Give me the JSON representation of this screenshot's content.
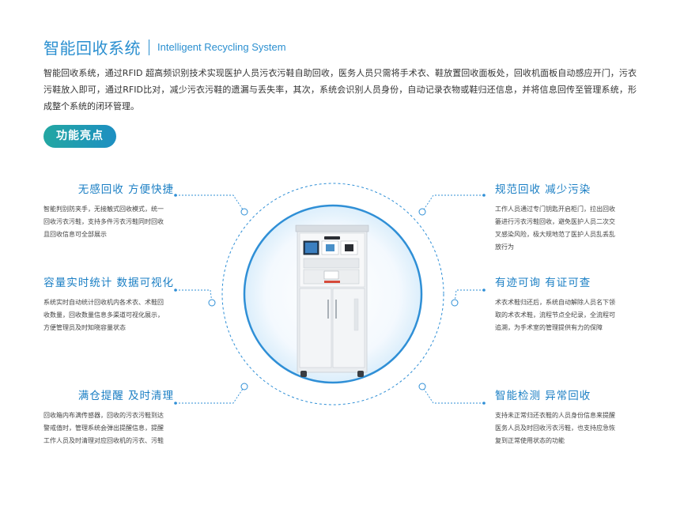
{
  "header": {
    "title_cn": "智能回收系统",
    "title_en": "Intelligent Recycling System"
  },
  "intro": "智能回收系统，通过RFID 超高频识别技术实现医护人员污衣污鞋自助回收，医务人员只需将手术衣、鞋放置回收面板处，回收机面板自动感应开门，污衣污鞋放入即可，通过RFID比对，减少污衣污鞋的遗漏与丢失率，其次，系统会识别人员身份，自动记录衣物或鞋归还信息，并将信息回传至管理系统，形成整个系统的闭环管理。",
  "highlights_label": "功能亮点",
  "features": [
    {
      "title": "无感回收  方便快捷",
      "lines": [
        "智能判别防夹手，无接触式回收模式，统一",
        "回收污衣污鞋，支持多件污衣污鞋同时回收",
        "且回收信息可全部展示"
      ]
    },
    {
      "title": "容量实时统计  数据可视化",
      "lines": [
        "系统实时自动统计回收机内各术衣、术鞋回",
        "收数量，回收数量信息多渠道可视化展示，",
        "方便管理员及时知晓容量状态"
      ]
    },
    {
      "title": "满仓提醒  及时清理",
      "lines": [
        "回收箱内布满传感器，回收的污衣污鞋到达",
        "警戒值时，管理系统会弹出提醒信息，提醒",
        "工作人员及时清理对应回收机的污衣、污鞋"
      ]
    },
    {
      "title": "规范回收  减少污染",
      "lines": [
        "工作人员通过专门钥匙开启柜门，拉出回收",
        "篓进行污衣污鞋回收，避免医护人员二次交",
        "叉感染风险，极大规地范了医护人员乱丢乱",
        "放行为"
      ]
    },
    {
      "title": "有迹可询  有证可查",
      "lines": [
        "术衣术鞋归还后，系统自动解除人员名下领",
        "取的术衣术鞋，流程节点全纪录，全流程可",
        "追溯，为手术室的管理提供有力的保障"
      ]
    },
    {
      "title": "智能检测  异常回收",
      "lines": [
        "支持未正常归还衣鞋的人员身份信息来提醒",
        "医务人员及时回收污衣污鞋，也支持应急恢",
        "复到正常使用状态的功能"
      ]
    }
  ],
  "colors": {
    "accent": "#1b7fc4",
    "teal": "#23a7a2",
    "circle": "#2f8fd6"
  }
}
